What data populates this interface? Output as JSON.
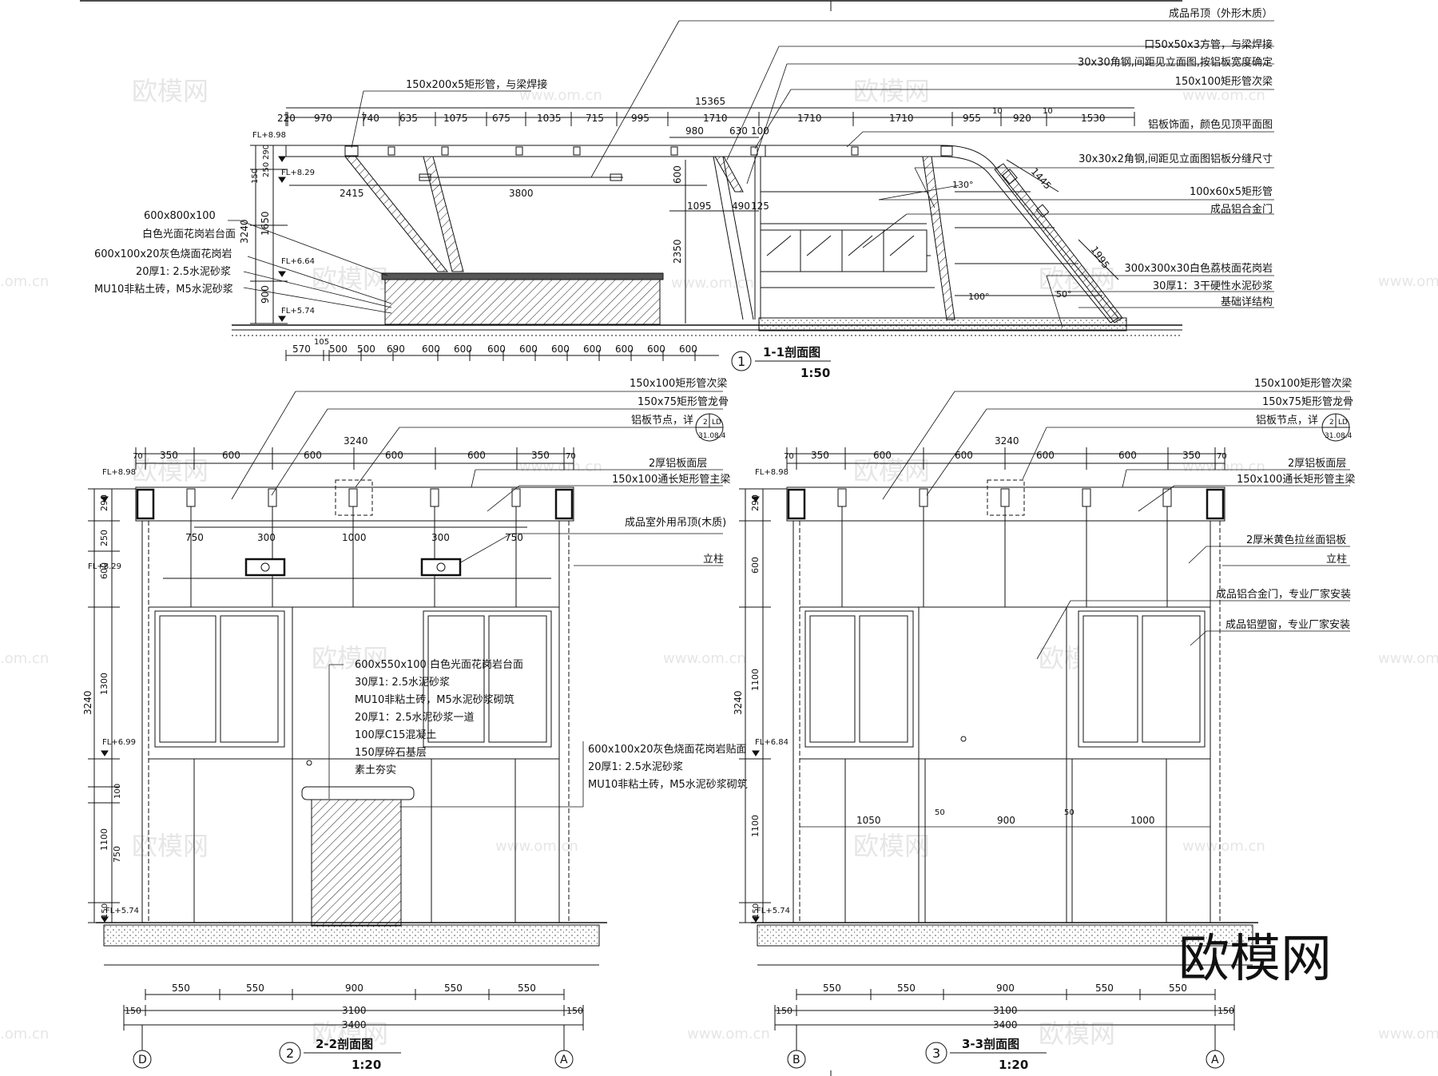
{
  "watermark": {
    "brand": "欧模网",
    "url": "www.om.cn",
    "url_short": ".om.cn",
    "corner": "欧模网"
  },
  "section_1": {
    "title": "1-1剖面图",
    "scale": "1:50",
    "number": "1",
    "top_dims": [
      "220",
      "970",
      "740",
      "635",
      "1075",
      "675",
      "1035",
      "715",
      "995",
      "1710",
      "1710",
      "1710",
      "955",
      "10",
      "920",
      "10",
      "1530"
    ],
    "overall_dim": "15365",
    "mid_dims": [
      "2415",
      "3800",
      "980",
      "630",
      "100",
      "1095",
      "490",
      "125",
      "600",
      "2350",
      "1445",
      "1995"
    ],
    "bottom_dims": [
      "570",
      "105",
      "500",
      "500",
      "690",
      "600",
      "600",
      "600",
      "600",
      "600",
      "600",
      "600",
      "600",
      "600"
    ],
    "vertical_dims": [
      "290",
      "250",
      "150",
      "3240",
      "1650",
      "900"
    ],
    "levels": [
      "FL+8.98",
      "FL+8.29",
      "FL+6.64",
      "FL+5.74"
    ],
    "angles": [
      "130°",
      "100°",
      "50°"
    ],
    "left_labels": [
      "600x800x100",
      "白色光面花岗岩台面",
      "600x100x20灰色烧面花岗岩",
      "20厚1: 2.5水泥砂浆",
      "MU10非粘土砖，M5水泥砂浆"
    ],
    "top_label": "150x200x5矩形管，与梁焊接",
    "right_labels": [
      "成品吊顶（外形木质）",
      "口50x50x3方管，与梁焊接",
      "30x30角钢,间距见立面图,按铝板宽度确定",
      "150x100矩形管次梁",
      "铝板饰面，颜色见顶平面图",
      "30x30x2角钢,间距见立面图铝板分缝尺寸",
      "100x60x5矩形管",
      "成品铝合金门",
      "300x300x30白色荔枝面花岗岩",
      "30厚1：3干硬性水泥砂浆",
      "基础详结构"
    ]
  },
  "section_2": {
    "title": "2-2剖面图",
    "scale": "1:20",
    "number": "2",
    "axis_left": "D",
    "axis_right": "A",
    "total_dim": "3240",
    "top_dims": [
      "70",
      "350",
      "600",
      "600",
      "600",
      "600",
      "350",
      "70"
    ],
    "inner_dims": [
      "750",
      "300",
      "1000",
      "300",
      "750"
    ],
    "bottom_dims": [
      "550",
      "550",
      "900",
      "550",
      "550"
    ],
    "span_dims": [
      "150",
      "3100",
      "150"
    ],
    "overall_dim": "3400",
    "vertical_dims": [
      "290",
      "250",
      "600",
      "1300",
      "100",
      "1100",
      "750",
      "150",
      "3240"
    ],
    "levels": [
      "FL+8.98",
      "FL+8.29",
      "FL+6.99",
      "FL+5.74"
    ],
    "detail_ref": {
      "num": "2",
      "code": "LD",
      "sheet": "31.08.4"
    },
    "right_labels": [
      "150x100矩形管次梁",
      "150x75矩形管龙骨",
      "铝板节点，详",
      "2厚铝板面层",
      "150x100通长矩形管主梁",
      "成品室外用吊顶(木质)",
      "立柱"
    ],
    "counter_labels": [
      "600x550x100  白色光面花岗岩台面",
      "30厚1: 2.5水泥砂浆",
      "MU10非粘土砖，M5水泥砂浆砌筑",
      "20厚1：2.5水泥砂浆一道",
      "100厚C15混凝土",
      "150厚碎石基层",
      "素土夯实"
    ],
    "side_labels": [
      "600x100x20灰色烧面花岗岩贴面",
      "20厚1: 2.5水泥砂浆",
      "MU10非粘土砖，M5水泥砂浆砌筑"
    ]
  },
  "section_3": {
    "title": "3-3剖面图",
    "scale": "1:20",
    "number": "3",
    "axis_left": "B",
    "axis_right": "A",
    "total_dim": "3240",
    "top_dims": [
      "70",
      "350",
      "600",
      "600",
      "600",
      "600",
      "350",
      "70"
    ],
    "door_dims": [
      "1050",
      "50",
      "900",
      "50",
      "1000"
    ],
    "bottom_dims": [
      "550",
      "550",
      "900",
      "550",
      "550"
    ],
    "span_dims": [
      "150",
      "3100",
      "150"
    ],
    "overall_dim": "3400",
    "vertical_dims": [
      "290",
      "600",
      "1100",
      "3240",
      "1100",
      "150"
    ],
    "levels": [
      "FL+8.98",
      "FL+6.84",
      "FL+5.74"
    ],
    "detail_ref": {
      "num": "2",
      "code": "LD",
      "sheet": "31.08.4"
    },
    "right_labels": [
      "150x100矩形管次梁",
      "150x75矩形管龙骨",
      "铝板节点，详",
      "2厚铝板面层",
      "150x100通长矩形管主梁",
      "2厚米黄色拉丝面铝板",
      "立柱",
      "成品铝合金门，专业厂家安装",
      "成品铝塑窗，专业厂家安装"
    ]
  }
}
